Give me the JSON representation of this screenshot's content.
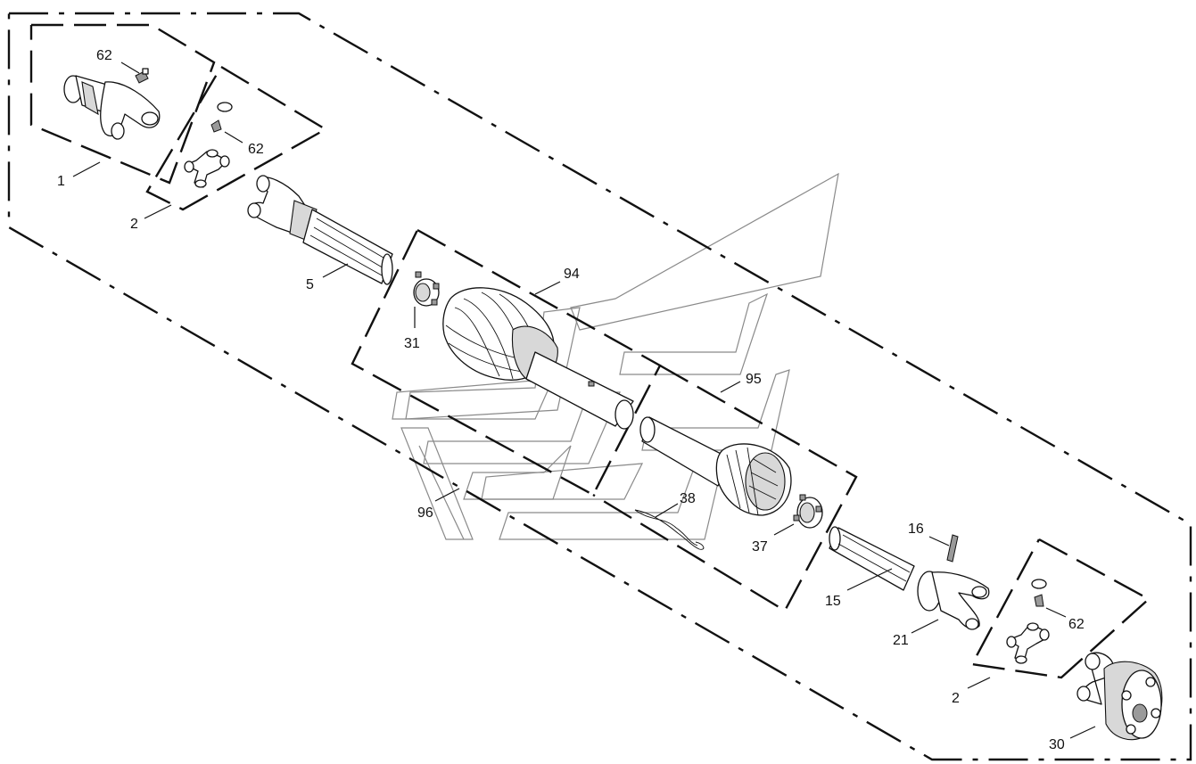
{
  "callouts": [
    {
      "id": "c62a",
      "text": "62"
    },
    {
      "id": "c1",
      "text": "1"
    },
    {
      "id": "c62b",
      "text": "62"
    },
    {
      "id": "c2a",
      "text": "2"
    },
    {
      "id": "c5",
      "text": "5"
    },
    {
      "id": "c94",
      "text": "94"
    },
    {
      "id": "c31",
      "text": "31"
    },
    {
      "id": "c95",
      "text": "95"
    },
    {
      "id": "c96",
      "text": "96"
    },
    {
      "id": "c38",
      "text": "38"
    },
    {
      "id": "c37",
      "text": "37"
    },
    {
      "id": "c16",
      "text": "16"
    },
    {
      "id": "c15",
      "text": "15"
    },
    {
      "id": "c62c",
      "text": "62"
    },
    {
      "id": "c21",
      "text": "21"
    },
    {
      "id": "c2b",
      "text": "2"
    },
    {
      "id": "c30",
      "text": "30"
    }
  ],
  "colors": {
    "line": "#111111",
    "watermark": "#8a8a8a",
    "background": "#ffffff"
  }
}
